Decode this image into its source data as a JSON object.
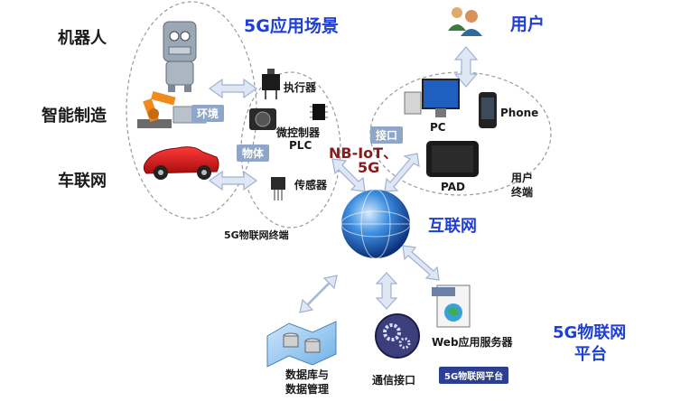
{
  "titles": {
    "scenarios": "5G应用场景",
    "users": "用户",
    "internet": "互联网",
    "platform_line1": "5G物联网",
    "platform_line2": "平台"
  },
  "scenarios": [
    "机器人",
    "智能制造",
    "车联网"
  ],
  "badges": {
    "environment": "环境",
    "object": "物体",
    "interface": "接口",
    "platform": "5G物联网平台"
  },
  "devices": {
    "actuator": "执行器",
    "mcu_line1": "微控制器",
    "mcu_line2": "PLC",
    "sensor": "传感器",
    "terminal": "5G物联网终端"
  },
  "network": {
    "line1": "NB-IoT、",
    "line2": "5G"
  },
  "user_devices": {
    "pc": "PC",
    "phone": "Phone",
    "pad": "PAD",
    "terminal_line1": "用户",
    "terminal_line2": "终端"
  },
  "platform_items": {
    "db_line1": "数据库与",
    "db_line2": "数据管理",
    "comm": "通信接口",
    "web": "Web应用服务器"
  },
  "colors": {
    "title_blue": "#1f3fd6",
    "network_red": "#8b1b1b",
    "badge_fill": "#8fa6c9",
    "platform_badge": "#2d3f8f",
    "arrow_fill": "#dfe7f5",
    "arrow_stroke": "#9fb1d2"
  }
}
